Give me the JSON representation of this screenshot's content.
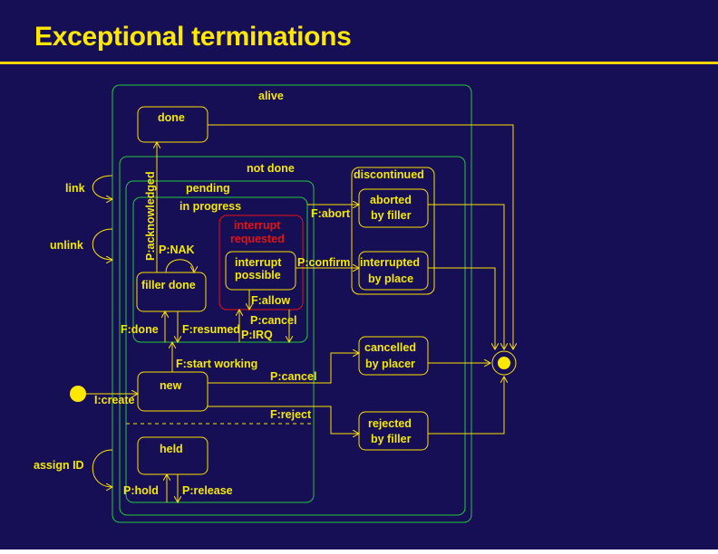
{
  "slide": {
    "title": "Exceptional terminations"
  },
  "diagram": {
    "regions": {
      "alive": "alive",
      "not_done": "not done",
      "pending": "pending",
      "in_progress": "in progress",
      "interrupt_requested": [
        "interrupt",
        "requested"
      ],
      "discontinued": "discontinued"
    },
    "states": {
      "done": "done",
      "filler_done": "filler done",
      "interrupt_possible": [
        "interrupt",
        "possible"
      ],
      "aborted": [
        "aborted",
        "by filler"
      ],
      "interrupted": [
        "interrupted",
        "by place"
      ],
      "cancelled": [
        "cancelled",
        "by placer"
      ],
      "rejected": [
        "rejected",
        "by filler"
      ],
      "new": "new",
      "held": "held"
    },
    "transitions": {
      "p_acknowledged": "P:acknowledged",
      "p_nak": "P:NAK",
      "f_abort": "F:abort",
      "p_confirm": "P:confirm",
      "f_allow": "F:allow",
      "p_cancel_inner": "P:cancel",
      "p_irq": "P:IRQ",
      "f_done": "F:done",
      "f_resumed": "F:resumed",
      "f_start_working": "F:start working",
      "p_cancel": "P:cancel",
      "f_reject": "F:reject",
      "i_create": "I:create",
      "p_hold": "P:hold",
      "p_release": "P:release",
      "link": "link",
      "unlink": "unlink",
      "assign_id": "assign ID"
    },
    "colors": {
      "background": "#160f55",
      "title": "#ffe800",
      "states": "#ffe000",
      "regions": "#21c83c",
      "interrupt_requested": "#e81010"
    }
  }
}
